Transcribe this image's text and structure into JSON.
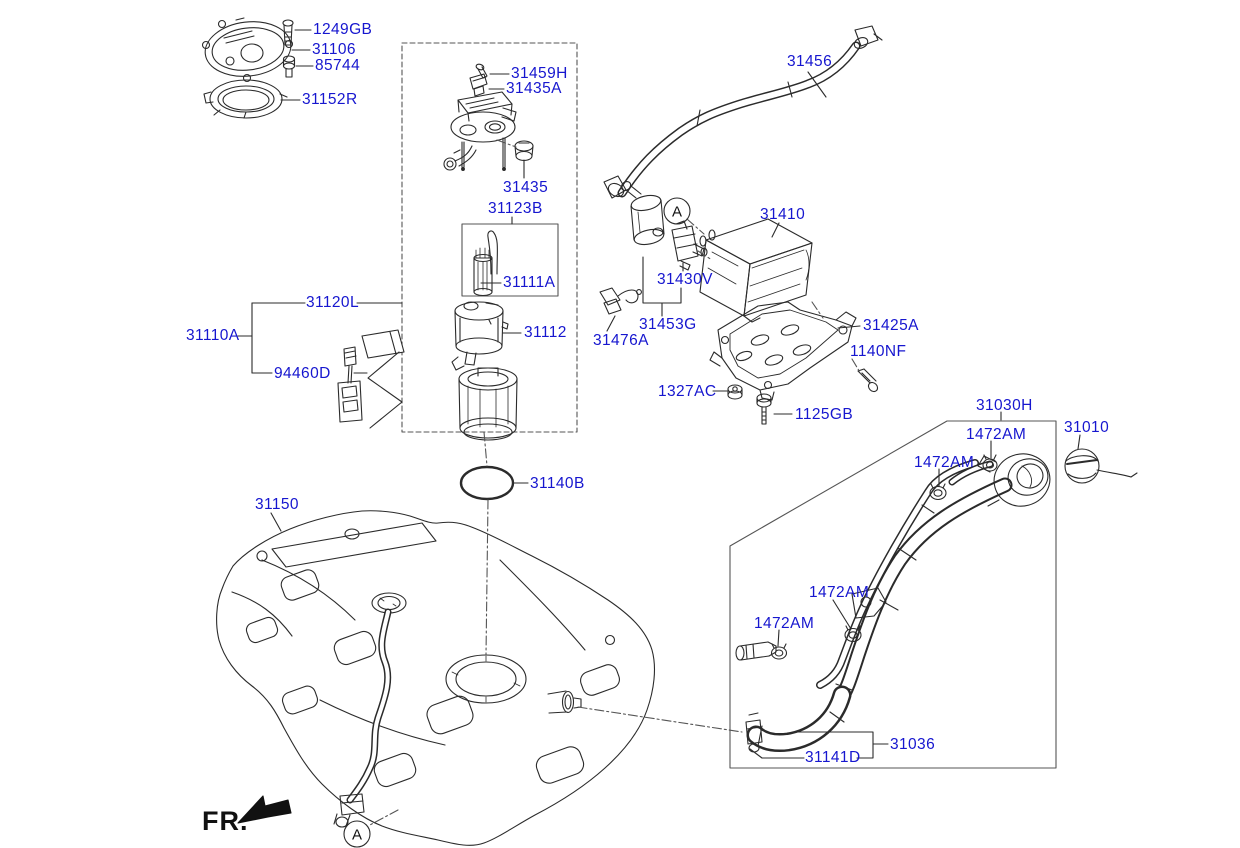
{
  "diagram": {
    "kind": "automotive-parts-exploded-diagram",
    "section": "fuel-system",
    "orientation_label": "FR.",
    "assembly_marker": "A",
    "label_color": "#1616cf",
    "line_color": "#2b2b2b",
    "parts": {
      "p1249gb": "1249GB",
      "p31106": "31106",
      "p85744": "85744",
      "p31152r": "31152R",
      "p31459h": "31459H",
      "p31435a": "31435A",
      "p31435": "31435",
      "p31123b": "31123B",
      "p31111a": "31111A",
      "p31120l": "31120L",
      "p31110a": "31110A",
      "p94460d": "94460D",
      "p31112": "31112",
      "p31140b": "31140B",
      "p31150": "31150",
      "p31456": "31456",
      "p31410": "31410",
      "p31430v": "31430V",
      "p31453g": "31453G",
      "p31476a": "31476A",
      "p31425a": "31425A",
      "p1140nf": "1140NF",
      "p1327ac": "1327AC",
      "p1125gb": "1125GB",
      "p31030h": "31030H",
      "p1472am": "1472AM",
      "p31010": "31010",
      "p31036": "31036",
      "p31141d": "31141D"
    }
  }
}
